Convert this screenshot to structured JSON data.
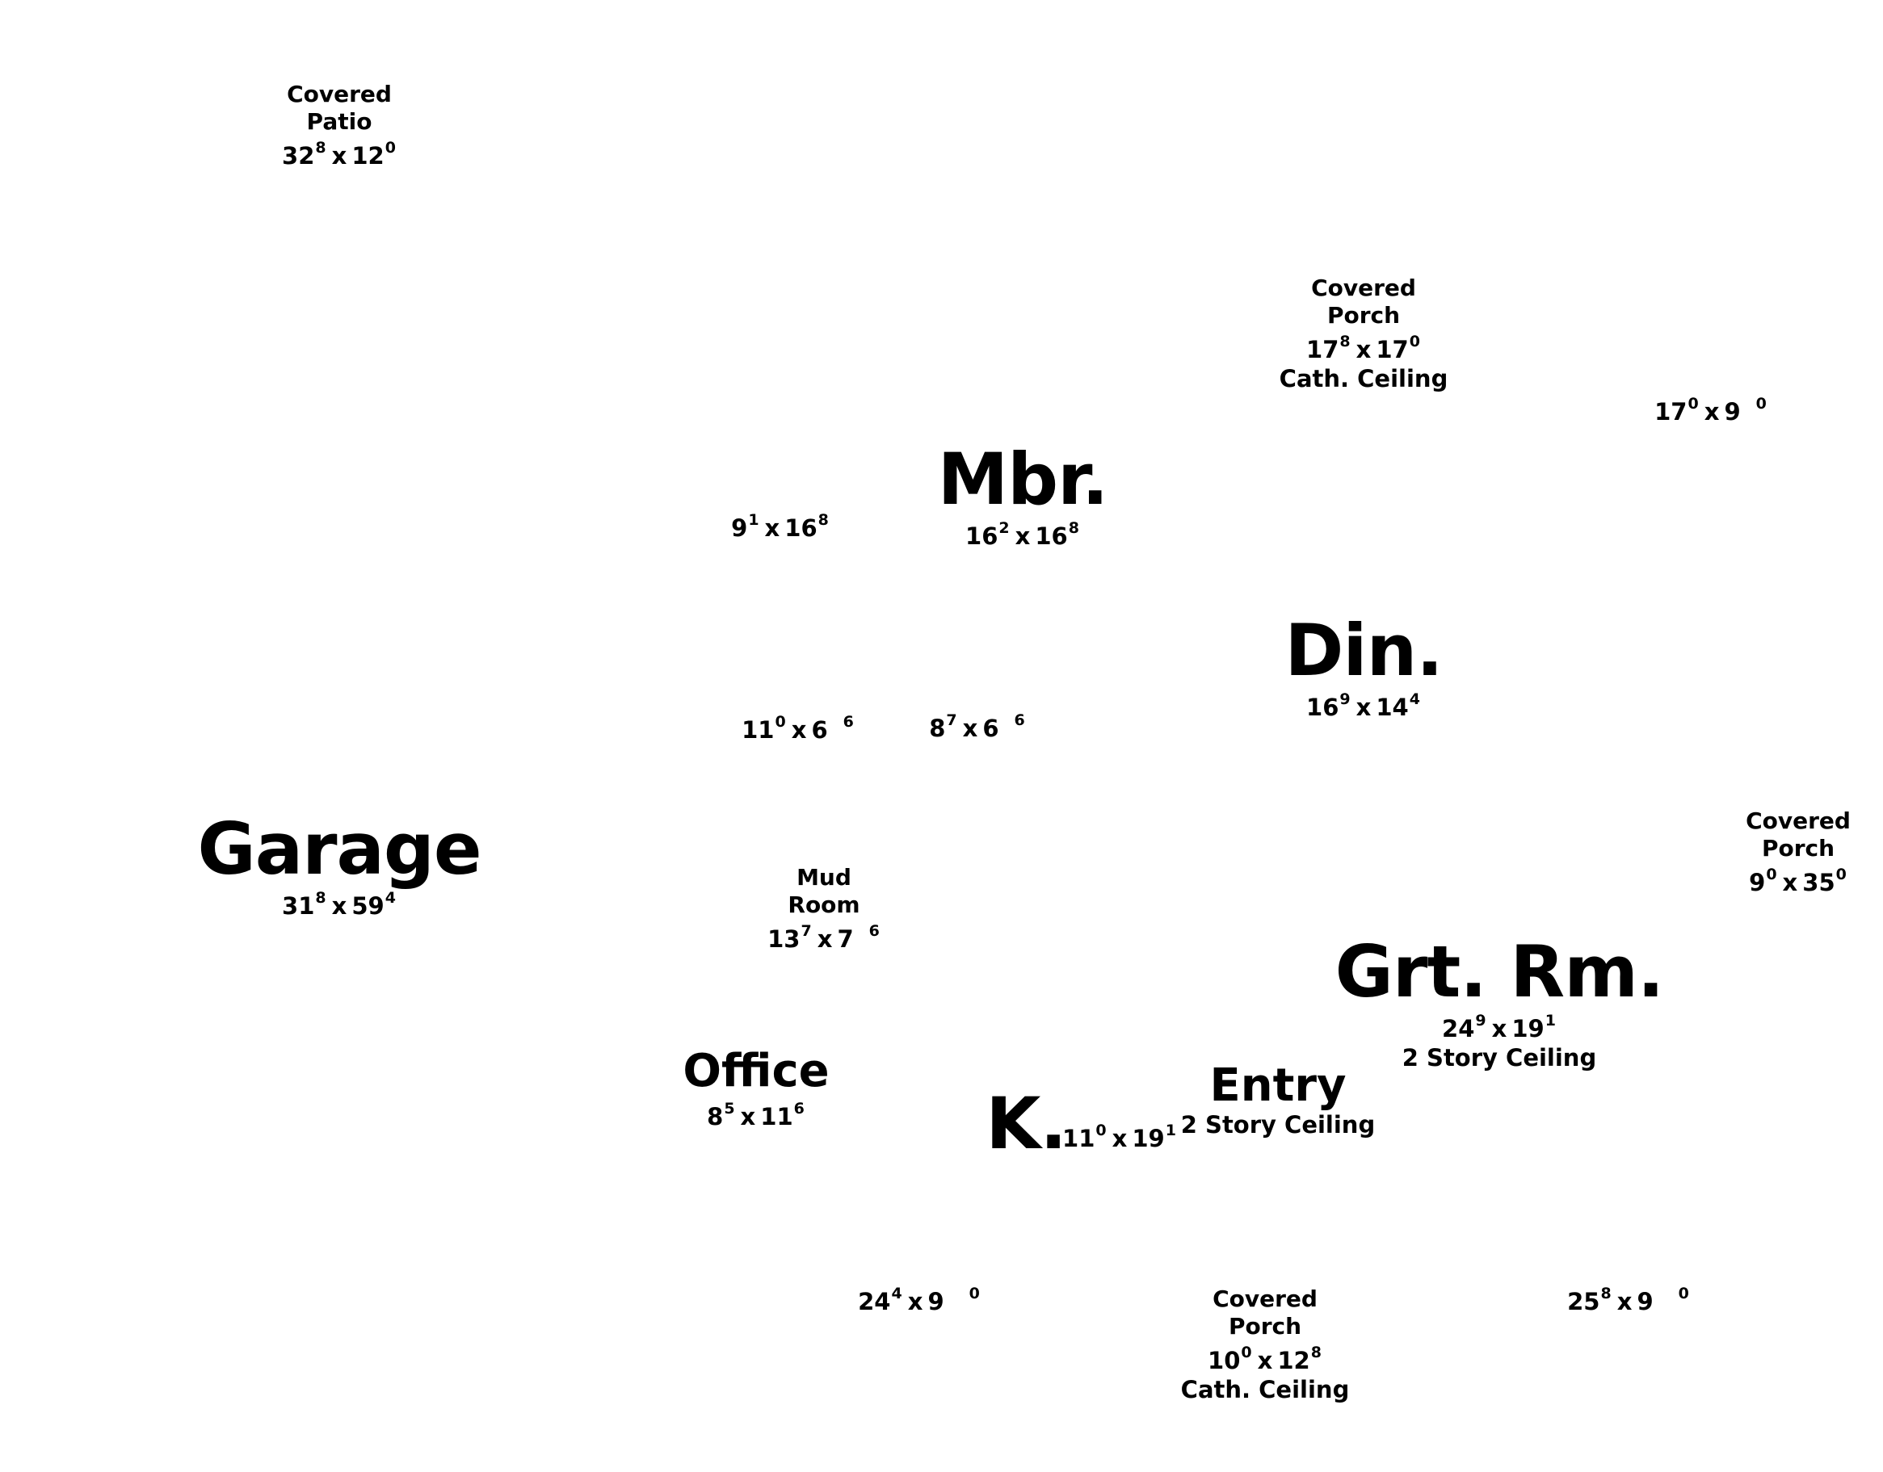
{
  "rooms": {
    "covered_patio": {
      "line1": "Covered",
      "line2": "Patio",
      "dim_a": "32",
      "sup_a": "8",
      "dim_b": "12",
      "sup_b": "0"
    },
    "covered_porch_top": {
      "line1": "Covered",
      "line2": "Porch",
      "dim_a": "17",
      "sup_a": "8",
      "dim_b": "17",
      "sup_b": "0",
      "note": "Cath. Ceiling"
    },
    "room_17x9": {
      "dim_a": "17",
      "sup_a": "0",
      "dim_b": "9",
      "sup_b": "0"
    },
    "mbr": {
      "name": "Mbr.",
      "dim_a": "16",
      "sup_a": "2",
      "dim_b": "16",
      "sup_b": "8"
    },
    "room_9x16": {
      "dim_a": "9",
      "sup_a": "1",
      "dim_b": "16",
      "sup_b": "8"
    },
    "din": {
      "name": "Din.",
      "dim_a": "16",
      "sup_a": "9",
      "dim_b": "14",
      "sup_b": "4"
    },
    "room_11x6": {
      "dim_a": "11",
      "sup_a": "0",
      "dim_b": "6",
      "sup_b": "6"
    },
    "room_8x6": {
      "dim_a": "8",
      "sup_a": "7",
      "dim_b": "6",
      "sup_b": "6"
    },
    "garage": {
      "name": "Garage",
      "dim_a": "31",
      "sup_a": "8",
      "dim_b": "59",
      "sup_b": "4"
    },
    "mud_room": {
      "line1": "Mud",
      "line2": "Room",
      "dim_a": "13",
      "sup_a": "7",
      "dim_b": "7",
      "sup_b": "6"
    },
    "covered_porch_right": {
      "line1": "Covered",
      "line2": "Porch",
      "dim_a": "9",
      "sup_a": "0",
      "dim_b": "35",
      "sup_b": "0"
    },
    "grt_rm": {
      "name": "Grt. Rm.",
      "dim_a": "24",
      "sup_a": "9",
      "dim_b": "19",
      "sup_b": "1",
      "note": "2 Story Ceiling"
    },
    "office": {
      "name": "Office",
      "dim_a": "8",
      "sup_a": "5",
      "dim_b": "11",
      "sup_b": "6"
    },
    "kitchen": {
      "name": "K.",
      "dim_a": "11",
      "sup_a": "0",
      "dim_b": "19",
      "sup_b": "1"
    },
    "entry": {
      "name": "Entry",
      "note": "2 Story Ceiling"
    },
    "room_24x9": {
      "dim_a": "24",
      "sup_a": "4",
      "dim_b": "9",
      "sup_b": "0"
    },
    "covered_porch_bottom": {
      "line1": "Covered",
      "line2": "Porch",
      "dim_a": "10",
      "sup_a": "0",
      "dim_b": "12",
      "sup_b": "8",
      "note": "Cath. Ceiling"
    },
    "room_25x9": {
      "dim_a": "25",
      "sup_a": "8",
      "dim_b": "9",
      "sup_b": "0"
    }
  },
  "separator": "x"
}
